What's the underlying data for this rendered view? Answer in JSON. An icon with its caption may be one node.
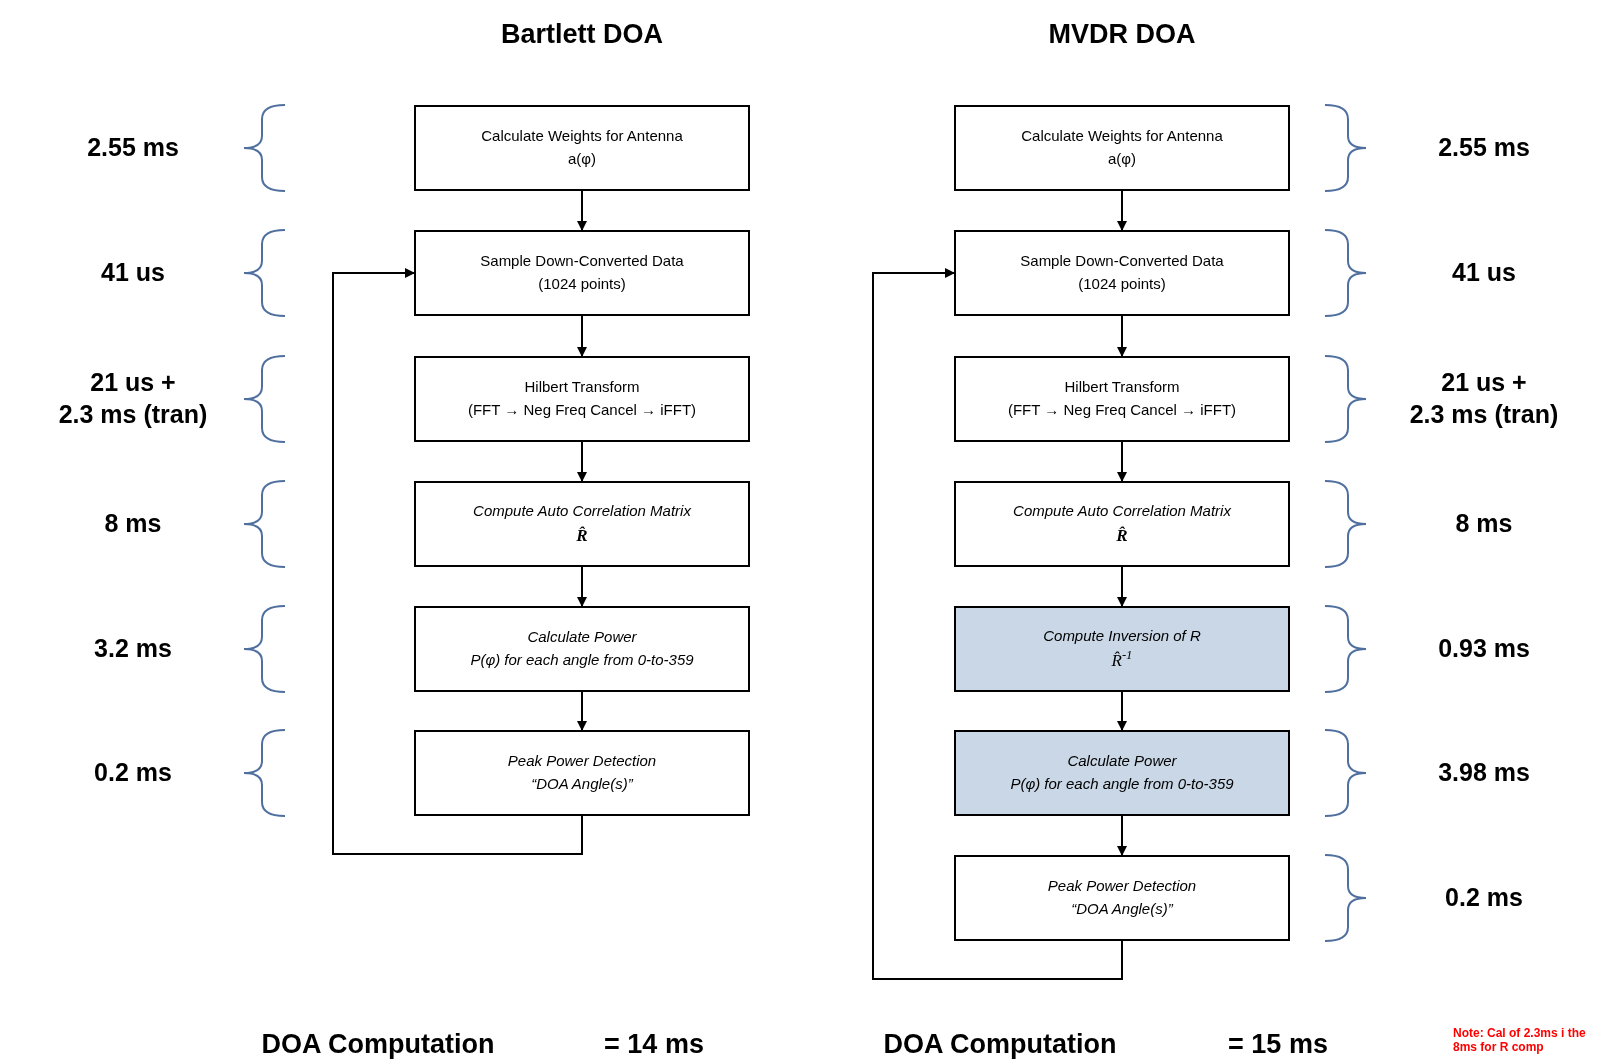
{
  "diagram": {
    "nodes": [
      {
        "text": [
          "Calculate Weights for Antenna",
          "a(φ)"
        ]
      },
      {
        "text": [
          "Sample Down-Converted Data",
          "(1024 points)"
        ]
      },
      {
        "text": [
          "Hilbert Transform",
          "(FFT → Neg Freq Cancel → iFFT)"
        ]
      },
      {
        "text": [
          "Compute Auto Correlation Matrix",
          "R̂"
        ]
      },
      {
        "text": [
          "Calculate Power",
          "P(φ) for each angle from 0-to-359"
        ]
      },
      {
        "text": [
          "Peak Power Detection",
          "“DOA Angle(s)”"
        ]
      },
      {
        "text": [
          "Calculate Weights for Antenna",
          "a(φ)"
        ]
      },
      {
        "text": [
          "Sample Down-Converted Data",
          "(1024 points)"
        ]
      },
      {
        "text": [
          "Hilbert Transform",
          "(FFT → Neg Freq Cancel → iFFT)"
        ]
      },
      {
        "text": [
          "Compute Auto Correlation Matrix",
          "R̂"
        ]
      },
      {
        "text": [
          "Compute Inversion of R",
          "R̂$^{-1}$"
        ]
      },
      {
        "text": [
          "Calculate Power",
          "P(φ) for each angle from 0-to-359"
        ]
      },
      {
        "text": [
          "Peak Power Detection",
          "“DOA Angle(s)”"
        ]
      }
    ],
    "edges": [
      {
        "from": 0,
        "to": 1,
        "arrow": "to"
      },
      {
        "from": 1,
        "to": 2,
        "arrow": "to"
      },
      {
        "from": 2,
        "to": 3,
        "arrow": "to"
      },
      {
        "from": 3,
        "to": 4,
        "arrow": "to"
      },
      {
        "from": 4,
        "to": 5,
        "arrow": "to"
      },
      {
        "from": 5,
        "to": 1,
        "arrow": "to"
      },
      {
        "from": 6,
        "to": 7,
        "arrow": "to"
      },
      {
        "from": 7,
        "to": 8,
        "arrow": "to"
      },
      {
        "from": 8,
        "to": 9,
        "arrow": "to"
      },
      {
        "from": 9,
        "to": 10,
        "arrow": "to"
      },
      {
        "from": 10,
        "to": 11,
        "arrow": "to"
      },
      {
        "from": 11,
        "to": 12,
        "arrow": "to"
      },
      {
        "from": 12,
        "to": 7,
        "arrow": "to"
      }
    ],
    "labels": [
      "Bartlett DOA",
      "MVDR DOA",
      "2.55 ms",
      "2.55 ms",
      "41 us",
      "41 us",
      "21 us +",
      "21 us +",
      "2.3 ms (tran)",
      "2.3 ms (tran)",
      "8 ms",
      "8 ms",
      "3.2 ms",
      "0.93 ms",
      "0.2 ms",
      "3.98 ms",
      "0.2 ms",
      "DOA Computation",
      "= 14 ms",
      "DOA Computation",
      "= 15 ms",
      "Note: Cal of 2.3ms i the 8ms for R comp"
    ]
  }
}
